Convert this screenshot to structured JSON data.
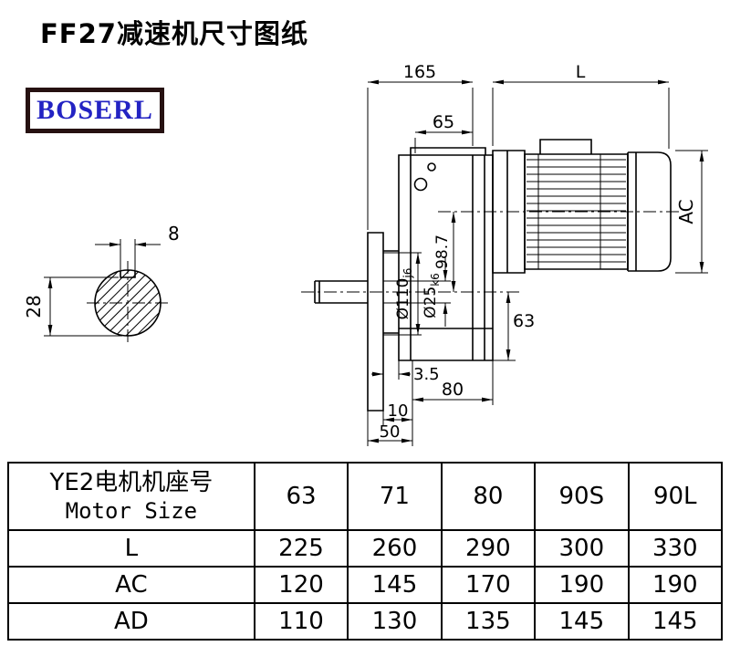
{
  "page": {
    "title": "FF27减速机尺寸图纸"
  },
  "logo": {
    "text": "BOSERL"
  },
  "drawing": {
    "dim_165": "165",
    "dim_L": "L",
    "dim_65": "65",
    "dim_AC": "AC",
    "dim_8": "8",
    "dim_28": "28",
    "dim_d110": {
      "main": "Ø110",
      "tol": "j6"
    },
    "dim_d25": {
      "main": "Ø25",
      "tol": "k6"
    },
    "dim_98_7": "98.7",
    "dim_63": "63",
    "dim_3_5": "3.5",
    "dim_80": "80",
    "dim_10": "10",
    "dim_50": "50"
  },
  "table": {
    "header": {
      "label_cn": "YE2电机机座号",
      "label_en": "Motor Size",
      "sizes": [
        "63",
        "71",
        "80",
        "90S",
        "90L"
      ]
    },
    "rows": [
      {
        "label": "L",
        "values": [
          "225",
          "260",
          "290",
          "300",
          "330"
        ]
      },
      {
        "label": "AC",
        "values": [
          "120",
          "145",
          "170",
          "190",
          "190"
        ]
      },
      {
        "label": "AD",
        "values": [
          "110",
          "130",
          "135",
          "145",
          "145"
        ]
      }
    ]
  }
}
